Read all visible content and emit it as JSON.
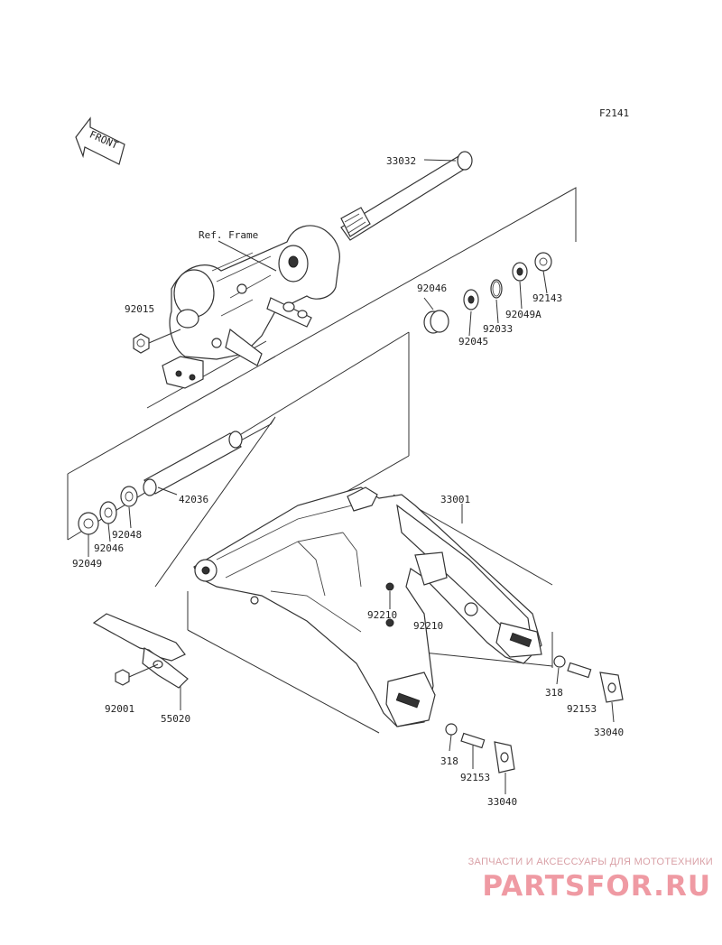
{
  "figure_code": "F2141",
  "front_arrow": {
    "text": "FRONT",
    "icon": "front-direction-arrow-icon"
  },
  "ref_label": "Ref. Frame",
  "parts": {
    "p33032": "33032",
    "p92015": "92015",
    "p92046_top": "92046",
    "p92045": "92045",
    "p92033": "92033",
    "p92049A": "92049A",
    "p92143": "92143",
    "p42036": "42036",
    "p92048": "92048",
    "p92046_left": "92046",
    "p92049": "92049",
    "p33001": "33001",
    "p92210_a": "92210",
    "p92210_b": "92210",
    "p92001": "92001",
    "p55020": "55020",
    "p318_r": "318",
    "p92153_r": "92153",
    "p33040_r": "33040",
    "p318_b": "318",
    "p92153_b": "92153",
    "p33040_b": "33040"
  },
  "watermark": {
    "tagline": "ЗАПЧАСТИ И АКСЕССУАРЫ ДЛЯ МОТОТЕХНИКИ",
    "logo": "PARTSFOR.RU",
    "color": "#ef9aa3"
  }
}
